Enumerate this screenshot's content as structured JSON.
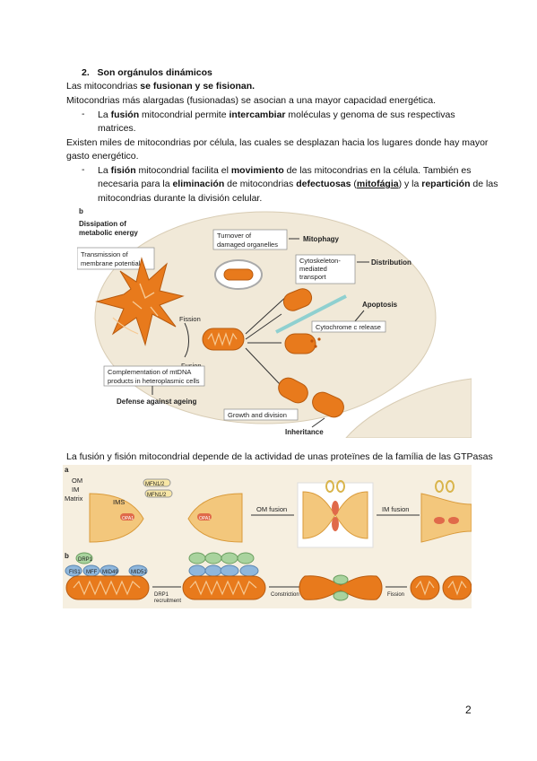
{
  "heading": {
    "number": "2.",
    "title": "Son orgánulos dinámicos"
  },
  "line1": {
    "pre": "Las mitocondrias ",
    "bold": "se fusionan y se fisionan."
  },
  "line2": "Mitocondrias más alargadas (fusionadas) se asocian a una mayor capacidad energética.",
  "bullet1": {
    "mark": "-",
    "pre": "La ",
    "b1": "fusión",
    "mid": " mitocondrial permite ",
    "b2": "intercambiar",
    "post": " moléculas y genoma de sus respectivas",
    "cont": "matrices."
  },
  "line3a": "Existen miles de mitocondrias por célula, las cuales se desplazan hacia los lugares donde hay mayor",
  "line3b": "gasto energético.",
  "bullet2": {
    "mark": "-",
    "l1_pre": "La ",
    "l1_b1": "fisión",
    "l1_mid": " mitocondrial facilita el ",
    "l1_b2": "movimiento",
    "l1_post": " de las mitocondrias en la célula. También es",
    "l2_pre": "necesaria para la ",
    "l2_b1": "eliminación",
    "l2_mid": " de mitocondrias ",
    "l2_b2": "defectuosas",
    "l2_open": " (",
    "l2_u": "mitofágia",
    "l2_close": ") y la ",
    "l2_b3": "repartición",
    "l2_post": " de las",
    "l3": "mitocondrias durante la división celular."
  },
  "figure1": {
    "panel": "b",
    "labels": {
      "dissipation": [
        "Dissipation of",
        "metabolic energy"
      ],
      "transmission": [
        "Transmission of",
        "membrane potential"
      ],
      "turnover": [
        "Turnover of",
        "damaged organelles"
      ],
      "mitophagy": "Mitophagy",
      "cytoskeleton": [
        "Cytoskeleton-",
        "mediated",
        "transport"
      ],
      "distribution": "Distribution",
      "apoptosis": "Apoptosis",
      "cytochrome": "Cytochrome c release",
      "fission": "Fission",
      "fusion": "Fusion",
      "complementation": [
        "Complementation of mtDNA",
        "products in heteroplasmic cells"
      ],
      "defense": "Defense against ageing",
      "growth": "Growth and division",
      "inheritance": "Inheritance"
    }
  },
  "caption2": "La fusión y fisión mitocondrial depende de la actividad de unas proteïnes de la família de las GTPasas",
  "figure2": {
    "panel_a": "a",
    "panel_b": "b",
    "labels": {
      "om": "OM",
      "im": "IM",
      "matrix": "Matrix",
      "ims": "IMS",
      "mfn1": "MFN1/2",
      "mfn2": "MFN1/2",
      "opa1a": "OPA1",
      "opa1b": "OPA1",
      "om_fusion": "OM fusion",
      "im_fusion": "IM fusion",
      "drp1": "DRP1",
      "fis1": "FIS1",
      "mff": "MFF",
      "mid49": "MID49",
      "mid51": "MID51",
      "drp1_recruit": [
        "DRP1",
        "recruitment"
      ],
      "constriction": "Constriction",
      "fission": "Fission"
    }
  },
  "page_number": "2",
  "colors": {
    "orange": "#e87a1c",
    "cream": "#f1e9d8",
    "tan": "#f6d9a3"
  }
}
